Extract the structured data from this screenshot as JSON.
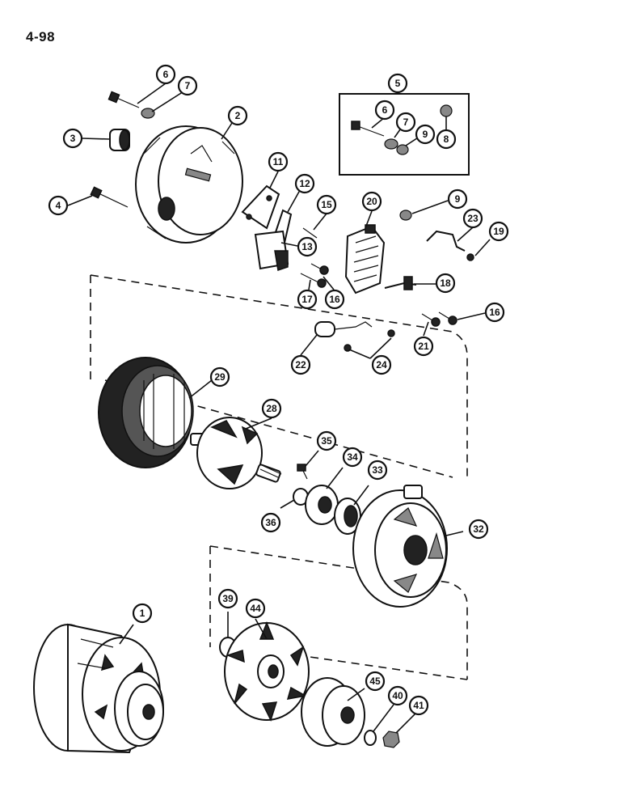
{
  "page": {
    "number": "4-98"
  },
  "callouts": [
    {
      "id": "c1",
      "label": "1"
    },
    {
      "id": "c2",
      "label": "2"
    },
    {
      "id": "c3",
      "label": "3"
    },
    {
      "id": "c4",
      "label": "4"
    },
    {
      "id": "c5",
      "label": "5"
    },
    {
      "id": "c6a",
      "label": "6"
    },
    {
      "id": "c6b",
      "label": "6"
    },
    {
      "id": "c7a",
      "label": "7"
    },
    {
      "id": "c7b",
      "label": "7"
    },
    {
      "id": "c8",
      "label": "8"
    },
    {
      "id": "c9a",
      "label": "9"
    },
    {
      "id": "c9b",
      "label": "9"
    },
    {
      "id": "c11",
      "label": "11"
    },
    {
      "id": "c12",
      "label": "12"
    },
    {
      "id": "c13",
      "label": "13"
    },
    {
      "id": "c15",
      "label": "15"
    },
    {
      "id": "c16a",
      "label": "16"
    },
    {
      "id": "c16b",
      "label": "16"
    },
    {
      "id": "c17",
      "label": "17"
    },
    {
      "id": "c18",
      "label": "18"
    },
    {
      "id": "c19",
      "label": "19"
    },
    {
      "id": "c20",
      "label": "20"
    },
    {
      "id": "c21",
      "label": "21"
    },
    {
      "id": "c22",
      "label": "22"
    },
    {
      "id": "c23",
      "label": "23"
    },
    {
      "id": "c24",
      "label": "24"
    },
    {
      "id": "c28",
      "label": "28"
    },
    {
      "id": "c29",
      "label": "29"
    },
    {
      "id": "c32",
      "label": "32"
    },
    {
      "id": "c33",
      "label": "33"
    },
    {
      "id": "c34",
      "label": "34"
    },
    {
      "id": "c35",
      "label": "35"
    },
    {
      "id": "c36",
      "label": "36"
    },
    {
      "id": "c39",
      "label": "39"
    },
    {
      "id": "c40",
      "label": "40"
    },
    {
      "id": "c41",
      "label": "41"
    },
    {
      "id": "c44",
      "label": "44"
    },
    {
      "id": "c45",
      "label": "45"
    }
  ]
}
